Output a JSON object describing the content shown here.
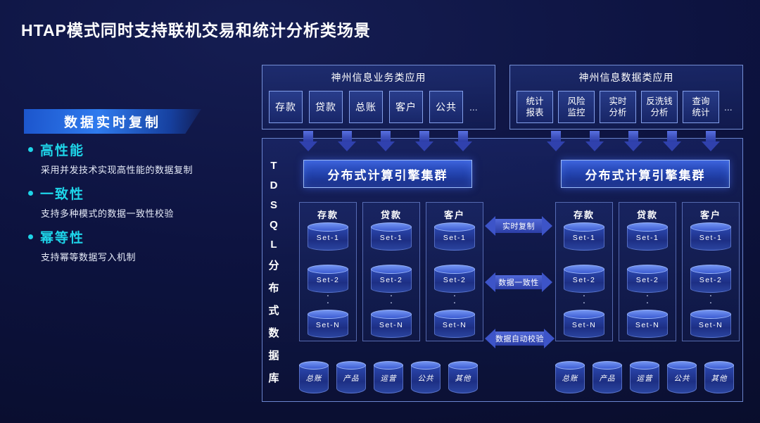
{
  "title": "HTAP模式同时支持联机交易和统计分析类场景",
  "left_panel": {
    "badge": "数据实时复制",
    "bullets": [
      {
        "heading": "高性能",
        "desc": "采用并发技术实现高性能的数据复制"
      },
      {
        "heading": "一致性",
        "desc": "支持多种模式的数据一致性校验"
      },
      {
        "heading": "幂等性",
        "desc": "支持幂等数据写入机制"
      }
    ]
  },
  "apps": {
    "business": {
      "title": "神州信息业务类应用",
      "items": [
        "存款",
        "贷款",
        "总账",
        "客户",
        "公共"
      ],
      "more": "..."
    },
    "data": {
      "title": "神州信息数据类应用",
      "items": [
        "统计\n报表",
        "风险\n监控",
        "实时\n分析",
        "反洗钱\n分析",
        "查询\n统计"
      ],
      "more": "..."
    }
  },
  "database": {
    "vertical_label": [
      "T",
      "D",
      "S",
      "Q",
      "L",
      "分",
      "布",
      "式",
      "数",
      "据",
      "库"
    ],
    "engine_left": "分布式计算引擎集群",
    "engine_right": "分布式计算引擎集群",
    "groups_left": [
      "存款",
      "贷款",
      "客户"
    ],
    "groups_right": [
      "存款",
      "贷款",
      "客户"
    ],
    "set_labels": [
      "Set-1",
      "Set-2",
      "Set-N"
    ],
    "set_dots": "·\n·",
    "sync_arrows": [
      "实时复制",
      "数据一致性",
      "数据自动校验"
    ],
    "bottom_left": [
      "总账",
      "产品",
      "运营",
      "公共",
      "其他"
    ],
    "bottom_right": [
      "总账",
      "产品",
      "运营",
      "公共",
      "其他"
    ]
  }
}
